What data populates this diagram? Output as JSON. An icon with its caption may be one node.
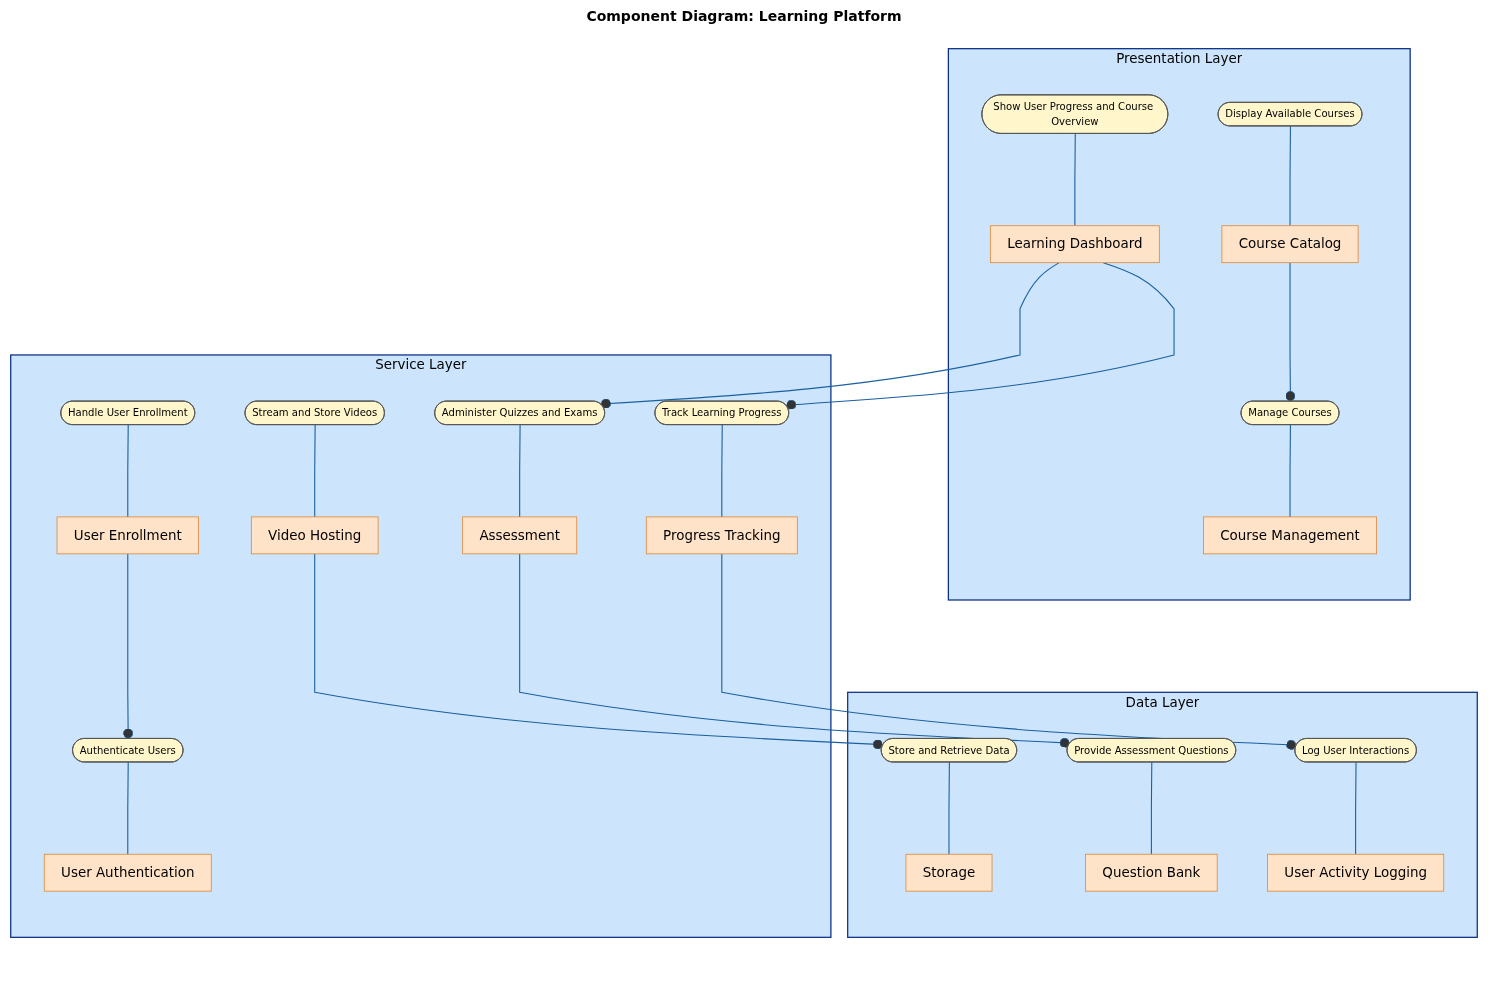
{
  "diagram": {
    "title": "Component Diagram: Learning Platform",
    "nodes": [
      {
        "text": [
          "Presentation Layer"
        ]
      },
      {
        "text": [
          "Display Available Courses"
        ],
        "in": 0
      },
      {
        "text": [
          "Course Catalog"
        ],
        "in": 0
      },
      {
        "text": [
          "Manage Courses"
        ],
        "in": 0
      },
      {
        "text": [
          "Course Management"
        ],
        "in": 0
      },
      {
        "text": [
          "Show User Progress and Course Overview"
        ],
        "in": 0
      },
      {
        "text": [
          "Learning Dashboard"
        ],
        "in": 0
      },
      {
        "text": [
          "Service Layer"
        ]
      },
      {
        "text": [
          "Handle User Enrollment"
        ],
        "in": 7
      },
      {
        "text": [
          "User Enrollment"
        ],
        "in": 7
      },
      {
        "text": [
          "Authenticate Users"
        ],
        "in": 7
      },
      {
        "text": [
          "User Authentication"
        ],
        "in": 7
      },
      {
        "text": [
          "Stream and Store Videos"
        ],
        "in": 7
      },
      {
        "text": [
          "Video Hosting"
        ],
        "in": 7
      },
      {
        "text": [
          "Administer Quizzes and Exams"
        ],
        "in": 7
      },
      {
        "text": [
          "Assessment"
        ],
        "in": 7
      },
      {
        "text": [
          "Track Learning Progress"
        ],
        "in": 7
      },
      {
        "text": [
          "Progress Tracking"
        ],
        "in": 7
      },
      {
        "text": [
          "Data Layer"
        ]
      },
      {
        "text": [
          "Store and Retrieve Data"
        ],
        "in": 18
      },
      {
        "text": [
          "Storage"
        ],
        "in": 18
      },
      {
        "text": [
          "Provide Assessment Questions"
        ],
        "in": 18
      },
      {
        "text": [
          "Question Bank"
        ],
        "in": 18
      },
      {
        "text": [
          "Log User Interactions"
        ],
        "in": 18
      },
      {
        "text": [
          "User Activity Logging"
        ],
        "in": 18
      }
    ],
    "edges": [
      {
        "from": 1,
        "to": 2,
        "arrow": "none"
      },
      {
        "from": 2,
        "to": 3,
        "arrow": "other"
      },
      {
        "from": 3,
        "to": 4,
        "arrow": "none"
      },
      {
        "from": 5,
        "to": 6,
        "arrow": "none"
      },
      {
        "from": 8,
        "to": 9,
        "arrow": "none"
      },
      {
        "from": 9,
        "to": 10,
        "arrow": "other"
      },
      {
        "from": 10,
        "to": 11,
        "arrow": "none"
      },
      {
        "from": 12,
        "to": 13,
        "arrow": "none"
      },
      {
        "from": 6,
        "to": 14,
        "arrow": "other"
      },
      {
        "from": 14,
        "to": 15,
        "arrow": "none"
      },
      {
        "from": 6,
        "to": 16,
        "arrow": "other"
      },
      {
        "from": 16,
        "to": 17,
        "arrow": "none"
      },
      {
        "from": 13,
        "to": 19,
        "arrow": "other"
      },
      {
        "from": 19,
        "to": 20,
        "arrow": "none"
      },
      {
        "from": 15,
        "to": 21,
        "arrow": "other"
      },
      {
        "from": 21,
        "to": 22,
        "arrow": "none"
      },
      {
        "from": 17,
        "to": 23,
        "arrow": "other"
      },
      {
        "from": 23,
        "to": 24,
        "arrow": "none"
      }
    ]
  }
}
